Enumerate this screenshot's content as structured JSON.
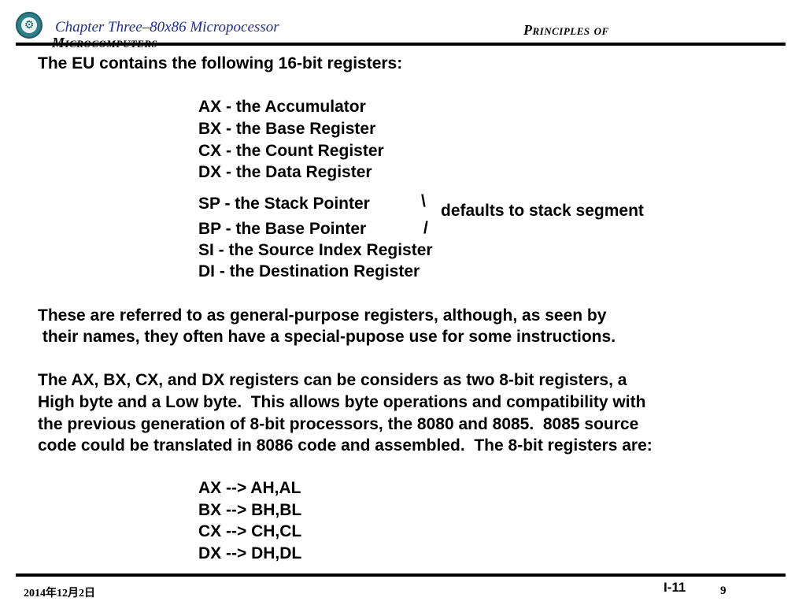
{
  "header": {
    "chapter_title": "Chapter Three–80x86 Micropocessor",
    "course_title_line1": "Principles of",
    "course_title_line2": "Microcomputers"
  },
  "slide": {
    "intro": "The EU contains the following 16-bit registers:",
    "registers": [
      "AX - the Accumulator",
      "BX - the Base Register",
      "CX - the Count Register",
      "DX - the Data Register",
      "SP - the Stack Pointer",
      "BP - the Base Pointer",
      "SI - the Source Index Register",
      "DI - the Destination Register"
    ],
    "brace_top": "\\",
    "brace_bottom": "/",
    "stack_note": "defaults to stack segment",
    "general_purpose_line1": "These are referred to as general-purpose registers, although, as seen by",
    "general_purpose_line2": " their names, they often have a special-pupose use for some instructions.",
    "eight_bit_lines": [
      "The AX, BX, CX, and DX registers can be considers as two 8-bit registers, a",
      "High byte and a Low byte.  This allows byte operations and compatibility with",
      "the previous generation of 8-bit processors, the 8080 and 8085.  8085 source",
      "code could be translated in 8086 code and assembled.  The 8-bit registers are:"
    ],
    "eight_bit_registers": [
      "AX --> AH,AL",
      "BX --> BH,BL",
      "CX --> CH,CL",
      "DX --> DH,DL"
    ]
  },
  "footer": {
    "date": "2014年12月2日",
    "slide_code": "I-11",
    "page_number": "9"
  },
  "colors": {
    "chapter_title": "#1f2f93",
    "logo": "#2f7d86",
    "rule": "#000000"
  },
  "icons": {
    "logo": "university-emblem-icon"
  }
}
